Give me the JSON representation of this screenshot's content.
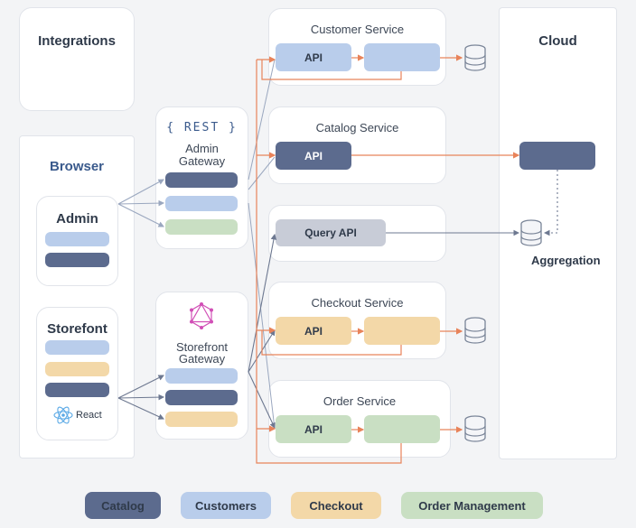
{
  "integrations": {
    "title": "Integrations"
  },
  "cloud": {
    "title": "Cloud",
    "aggregation": "Aggregation"
  },
  "browser": {
    "title": "Browser",
    "admin": {
      "title": "Admin"
    },
    "storefront": {
      "title": "Storefont",
      "react_label": "React"
    }
  },
  "gateways": {
    "admin": {
      "rest_label": "{ REST }",
      "title_line1": "Admin",
      "title_line2": "Gateway"
    },
    "storefront": {
      "title_line1": "Storefront",
      "title_line2": "Gateway"
    }
  },
  "services": {
    "customer": {
      "title": "Customer Service",
      "api": "API"
    },
    "catalog": {
      "title": "Catalog Service",
      "api": "API"
    },
    "query": {
      "api": "Query API"
    },
    "checkout": {
      "title": "Checkout Service",
      "api": "API"
    },
    "order": {
      "title": "Order Service",
      "api": "API"
    }
  },
  "legend": {
    "catalog": "Catalog",
    "customers": "Customers",
    "checkout": "Checkout",
    "order_management": "Order Management"
  },
  "colors": {
    "catalog": "#5c6b8e",
    "customers": "#b9cdeb",
    "checkout": "#f3d8a8",
    "order_management": "#c9dfc3",
    "connector_orange": "#e8835a",
    "connector_slate": "#6d7890"
  }
}
